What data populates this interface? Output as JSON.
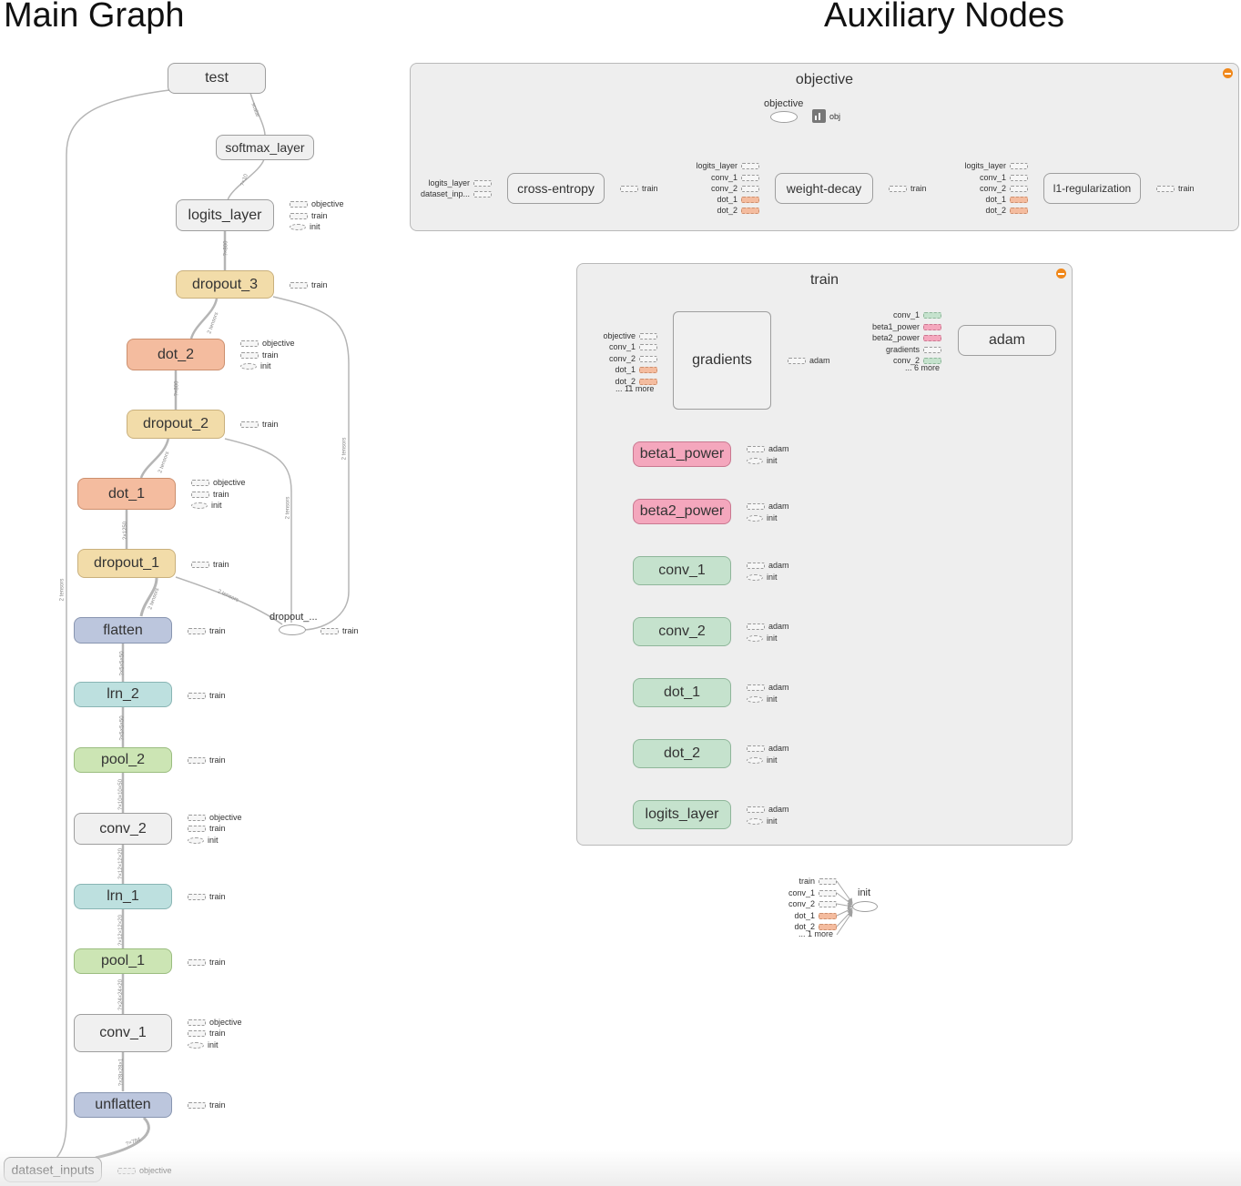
{
  "headings": {
    "main": "Main Graph",
    "aux": "Auxiliary Nodes"
  },
  "main_graph": {
    "nodes": {
      "test": "test",
      "softmax_layer": "softmax_layer",
      "logits_layer": "logits_layer",
      "dropout_3": "dropout_3",
      "dot_2": "dot_2",
      "dropout_2": "dropout_2",
      "dot_1": "dot_1",
      "dropout_1": "dropout_1",
      "flatten": "flatten",
      "lrn_2": "lrn_2",
      "pool_2": "pool_2",
      "conv_2": "conv_2",
      "lrn_1": "lrn_1",
      "pool_1": "pool_1",
      "conv_1": "conv_1",
      "unflatten": "unflatten",
      "dataset_inputs": "dataset_inputs",
      "dropout_small": "dropout_..."
    },
    "refs": {
      "objective": "objective",
      "train": "train",
      "init": "init"
    }
  },
  "aux": {
    "objective_group": {
      "title": "objective",
      "objective_node": "objective",
      "obj_summary": "obj",
      "cross_entropy": "cross-entropy",
      "weight_decay": "weight-decay",
      "l1_reg": "l1-regularization",
      "ce_inputs": [
        "logits_layer",
        "dataset_inp..."
      ],
      "wd_inputs": [
        "logits_layer",
        "conv_1",
        "conv_2",
        "dot_1",
        "dot_2"
      ],
      "l1_inputs": [
        "logits_layer",
        "conv_1",
        "conv_2",
        "dot_1",
        "dot_2"
      ],
      "train_ref": "train"
    },
    "train_group": {
      "title": "train",
      "gradients": "gradients",
      "adam": "adam",
      "grad_inputs": [
        "objective",
        "conv_1",
        "conv_2",
        "dot_1",
        "dot_2",
        "... 11 more"
      ],
      "adam_inputs": [
        "conv_1",
        "beta1_power",
        "beta2_power",
        "gradients",
        "conv_2",
        "... 6 more"
      ],
      "adam_ref": "adam",
      "init_ref": "init",
      "variables": [
        "beta1_power",
        "beta2_power",
        "conv_1",
        "conv_2",
        "dot_1",
        "dot_2",
        "logits_layer"
      ]
    },
    "init_node": {
      "label": "init",
      "inputs": [
        "train",
        "conv_1",
        "conv_2",
        "dot_1",
        "dot_2",
        "... 1 more"
      ]
    }
  },
  "edge_labels": {
    "scalar": "scalar",
    "tensors2": "2 tensors",
    "e1": "?×10",
    "e2": "?×800",
    "e3": "?×1250",
    "e4": "?×5×5×50",
    "e5": "?×10×10×50",
    "e6": "?×12×12×20",
    "e7": "?×24×24×20",
    "e8": "?×28×28×1",
    "e9": "?×784"
  },
  "colors": {
    "grey": "#f0f0f0",
    "tan": "#f2dca9",
    "salmon": "#f4bc9f",
    "blue": "#bcc6dd",
    "teal": "#bde0df",
    "light_green": "#cce5b4",
    "pink": "#f4a7bd",
    "mid_green": "#c5e2cd",
    "collapse": "#f0881b"
  }
}
